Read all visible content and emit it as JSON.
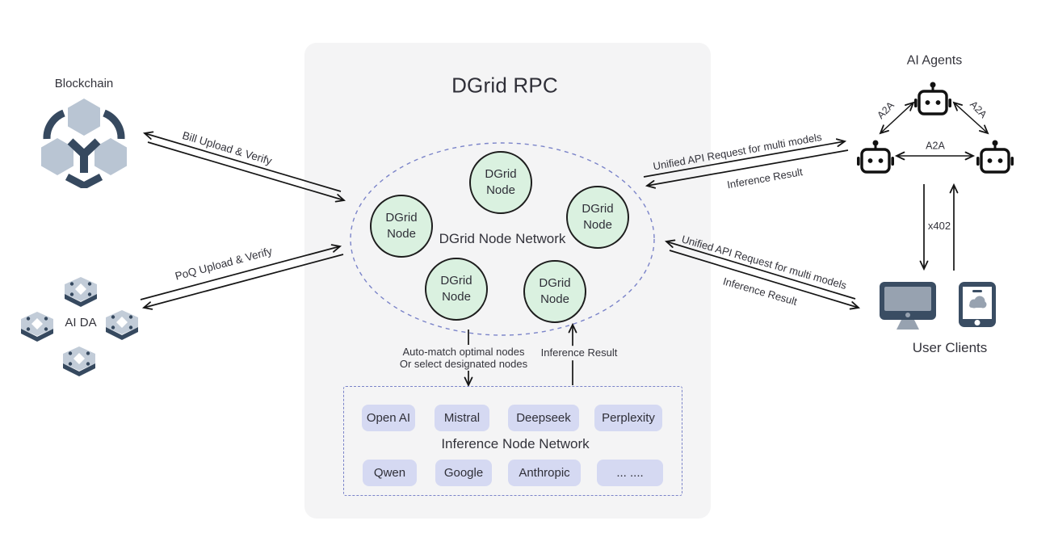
{
  "title": "DGrid RPC",
  "colors": {
    "panel_bg": "#f4f4f5",
    "node_fill": "#daf1e0",
    "node_border": "#1d1d1d",
    "chip_bg": "#d5d9f2",
    "dashed_accent": "#7b84c9",
    "icon_dark": "#3a4d63",
    "icon_light": "#b9c5d3",
    "arrow": "#151515",
    "text": "#33333b"
  },
  "left": {
    "blockchain_label": "Blockchain",
    "ai_da_label": "AI DA",
    "bill_arrow_label": "Bill Upload & Verify",
    "poq_arrow_label": "PoQ Upload & Verify"
  },
  "node_network": {
    "label": "DGrid Node Network",
    "node_lines": [
      "DGrid",
      "Node"
    ]
  },
  "flow_labels": {
    "automatch_line1": "Auto-match optimal nodes",
    "automatch_line2": "Or select designated nodes",
    "inference_result_up": "Inference Result"
  },
  "inference_network": {
    "label": "Inference Node Network",
    "row1": [
      "Open AI",
      "Mistral",
      "Deepseek",
      "Perplexity"
    ],
    "row2": [
      "Qwen",
      "Google",
      "Anthropic",
      "... ...."
    ]
  },
  "right": {
    "ai_agents_label": "AI Agents",
    "a2a_label": "A2A",
    "x402_label": "x402",
    "user_clients_label": "User Clients",
    "unified_api_top": "Unified API Request for multi models",
    "inference_result_top": "Inference Result",
    "unified_api_bottom": "Unified API Request for multi models",
    "inference_result_bottom": "Inference Result"
  }
}
